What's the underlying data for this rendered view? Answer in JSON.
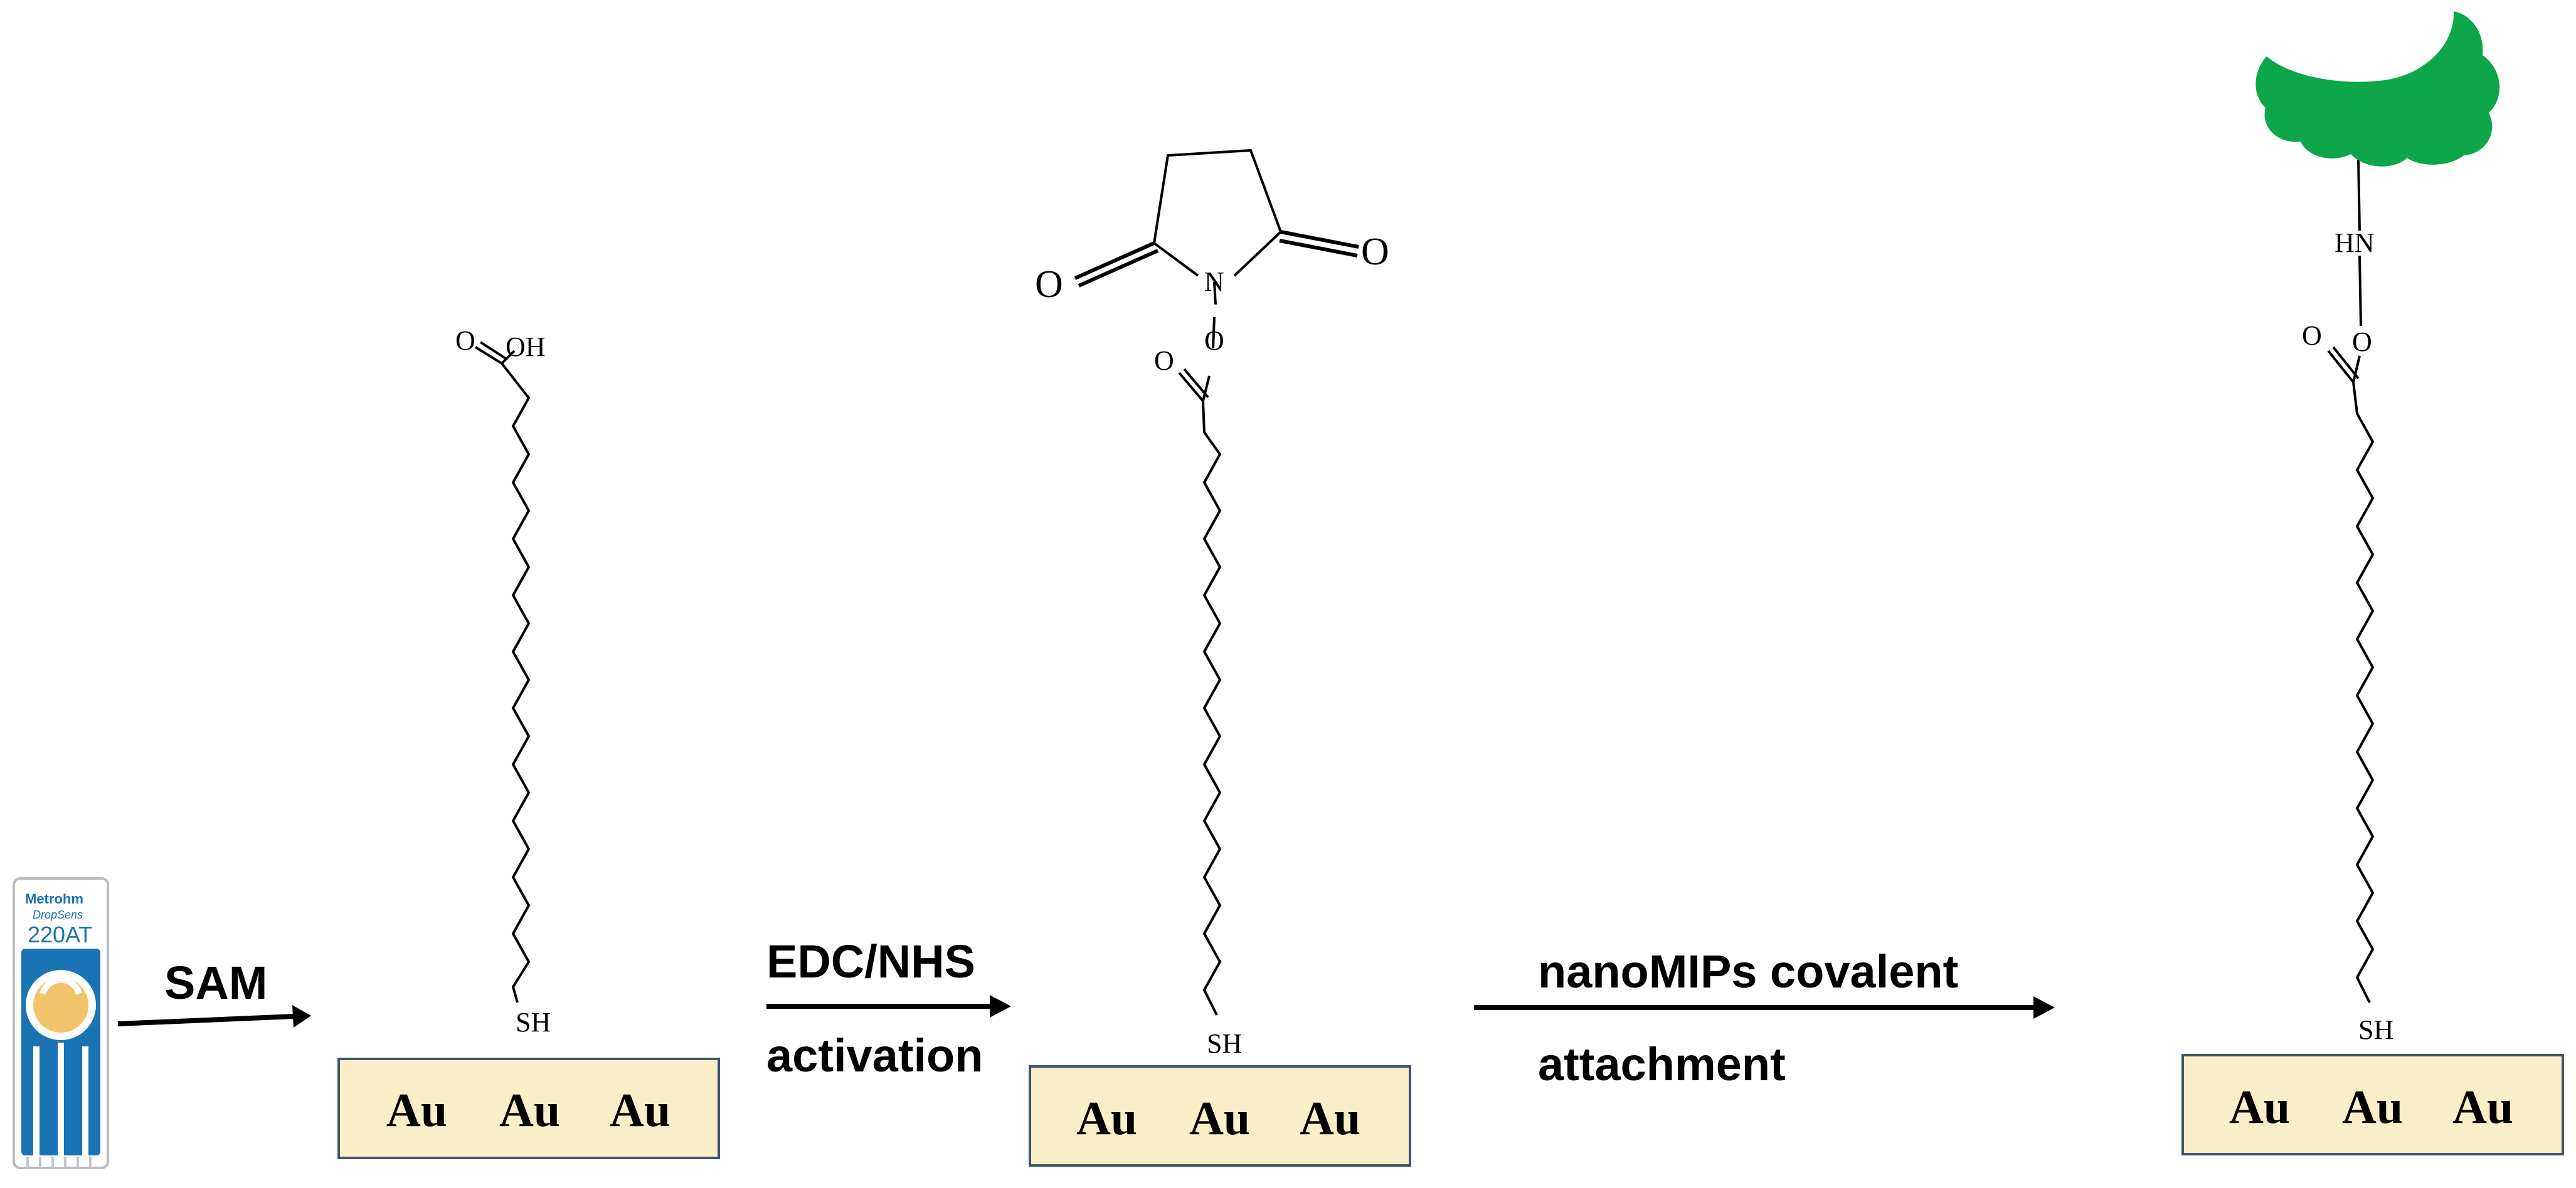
{
  "electrode": {
    "brand_lines": [
      "Metrohm",
      "DropSens"
    ],
    "model": "220AT"
  },
  "steps": [
    {
      "label_top": "SAM",
      "label_bottom": ""
    },
    {
      "label_top": "EDC/NHS",
      "label_bottom": "activation"
    },
    {
      "label_top": "nanoMIPs covalent",
      "label_bottom": "attachment"
    }
  ],
  "substrates": [
    {
      "atoms": [
        "Au",
        "Au",
        "Au"
      ]
    },
    {
      "atoms": [
        "Au",
        "Au",
        "Au"
      ]
    },
    {
      "atoms": [
        "Au",
        "Au",
        "Au"
      ]
    }
  ],
  "molecules": {
    "m1": {
      "thiol": "SH",
      "carbonyl_o": "O",
      "hydroxyl": "OH"
    },
    "m2": {
      "thiol": "SH",
      "carbonyl_o": "O",
      "ester_o": "O",
      "ring_n": "N",
      "ring_o_left": "O",
      "ring_o_right": "O"
    },
    "m3": {
      "thiol": "SH",
      "carbonyl_o": "O",
      "ester_o": "O",
      "amine": "HN"
    }
  },
  "colors": {
    "substrate_fill": "#faeec8",
    "substrate_stroke": "#40546e",
    "nanomip_fill": "#0ea64a",
    "electrode_blue": "#1a73b5",
    "electrode_gold": "#f2c46a"
  },
  "icons": {
    "nanomip": "cloud-blob-shape",
    "electrode": "screen-printed-electrode"
  }
}
